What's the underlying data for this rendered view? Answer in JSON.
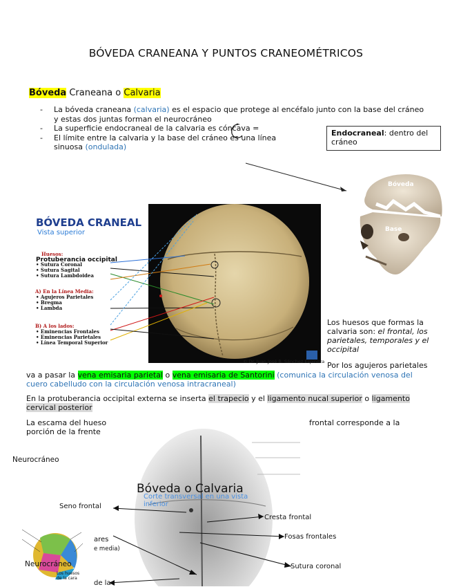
{
  "title": "BÓVEDA CRANEANA Y PUNTOS CRANEOMÉTRICOS",
  "section": {
    "word1": "Bóveda",
    "word2": " Craneana o ",
    "word3": "Calvaria"
  },
  "bullets": [
    {
      "pre": "La bóveda craneana ",
      "blue": "(calvaria)",
      "post": " es el espacio que protege al encéfalo junto con la base del cráneo y estas dos juntas forman el neurocráneo"
    },
    {
      "pre": "La superficie endocraneal de la calvaria es cóncava =",
      "blue": "",
      "post": ""
    },
    {
      "pre": "El límite entre la calvaria y la base del cráneo es una línea sinuosa ",
      "blue": "(ondulada)",
      "post": ""
    }
  ],
  "note_box": {
    "bold": "Endocraneal",
    "text": ": dentro del cráneo"
  },
  "skull_labels": {
    "top": "Bóveda",
    "bottom": "Base"
  },
  "boveda_figure": {
    "header": "BÓVEDA CRANEAL",
    "subheader": "Vista superior",
    "overlap_text": "Protuberancia occipital",
    "group_huesos": "Huesos:",
    "suturas": [
      "Sutura Coronal",
      "Sutura Sagital",
      "Sutura Lambdoidea"
    ],
    "group_a": "A) En la Línea Media:",
    "items_a": [
      "Agujeros Parietales",
      "Bregma",
      "Lambda"
    ],
    "group_b": "B) A los lados:",
    "items_b": [
      "Eminencias Frontales",
      "Eminencias Parietales",
      "Línea Temporal Superior"
    ],
    "credit": "Dr. Juan José B. Sánchez Espinoza"
  },
  "right_text": {
    "pre": "Los huesos que formas la calvaria son: ",
    "italic": "el frontal, los parietales, temporales y el occipital"
  },
  "parietales_line": "Por los agujeros parietales",
  "para1": {
    "a": "va a pasar la ",
    "b": "vena emisaria parietal",
    "c": " o ",
    "d": "vena emisaria de Santorini",
    "e": " (comunica la circulación venosa del cuero cabelludo con la circulación venosa intracraneal)"
  },
  "para2": {
    "a": "En la protuberancia occipital externa se inserta ",
    "b": "el trapecio",
    "c": " y el ",
    "d": "ligamento nucal superior",
    "e": " o ",
    "f": "ligamento cervical posterior"
  },
  "para3": "La escama del hueso",
  "para3b": "porción de la frente",
  "frontal_right": "frontal corresponde a la",
  "neuro1": "Neurocráneo",
  "calvaria_figure": {
    "title": "Bóveda o Calvaria",
    "subtitle": "Corte transversal en una vista inferior",
    "labels": {
      "seno": "Seno frontal",
      "cresta": "Cresta frontal",
      "fosas": "Fosas frontales",
      "sutura": "Sutura coronal",
      "ares": "ares",
      "media": "e media)",
      "dela": "de la"
    }
  },
  "small_skull": {
    "label": "Neurocráneo",
    "caption": "Los huesos\nde la cara"
  }
}
